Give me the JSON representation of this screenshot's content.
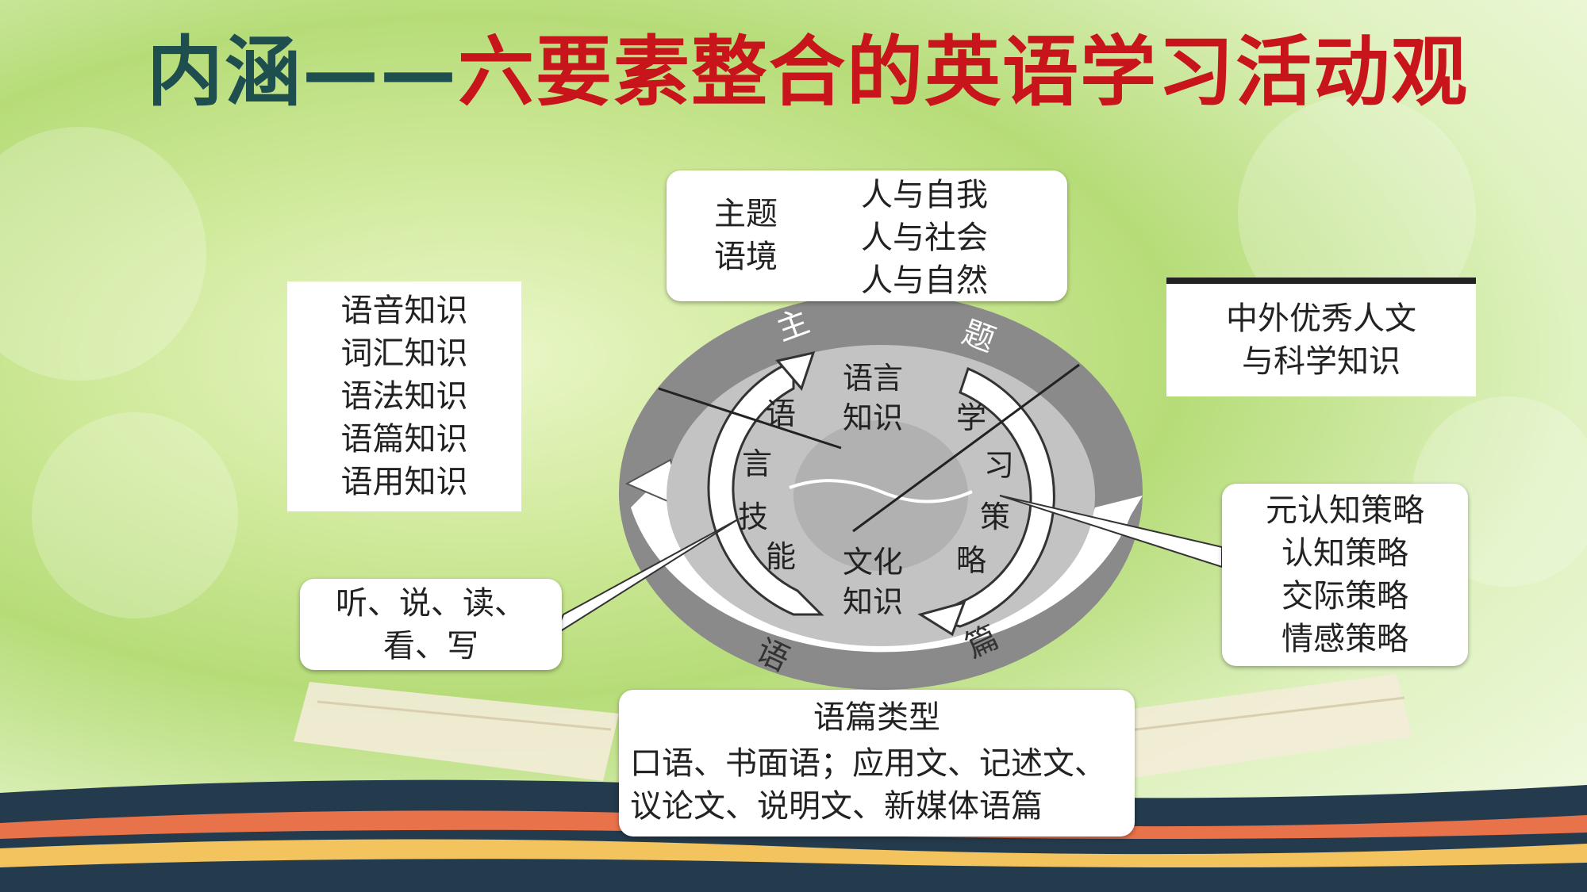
{
  "title": {
    "prefix": "内涵——",
    "main": "六要素整合的英语学习活动观"
  },
  "theme_box": {
    "label": [
      "主题",
      "语境"
    ],
    "items": [
      "人与自我",
      "人与社会",
      "人与自然"
    ]
  },
  "knowledge_box": {
    "items": [
      "语音知识",
      "词汇知识",
      "语法知识",
      "语篇知识",
      "语用知识"
    ]
  },
  "culture_box": {
    "items": [
      "中外优秀人文",
      "与科学知识"
    ]
  },
  "strategy_box": {
    "items": [
      "元认知策略",
      "认知策略",
      "交际策略",
      "情感策略"
    ]
  },
  "skills_box": {
    "items": [
      "听、说、读、",
      "看、写"
    ]
  },
  "discourse_box": {
    "title": "语篇类型",
    "items": [
      "口语、书面语；应用文、记述文、",
      "议论文、说明文、新媒体语篇"
    ]
  },
  "ring": {
    "outer": {
      "top_left": "主",
      "top_right": "题",
      "bottom_left": "语",
      "bottom_right": "篇"
    },
    "left_arrow": [
      "语",
      "言",
      "技",
      "能"
    ],
    "right_arrow": [
      "学",
      "习",
      "策",
      "略"
    ],
    "center_top": [
      "语言",
      "知识"
    ],
    "center_bottom": [
      "文化",
      "知识"
    ]
  },
  "colors": {
    "title_dark": "#1f4e4f",
    "title_red": "#c8141b",
    "ring_dark": "#8a8a8a",
    "ring_light": "#c3c3c3",
    "band_navy": "#243a4d",
    "band_orange": "#e8724a",
    "band_yellow": "#f3c35e"
  }
}
